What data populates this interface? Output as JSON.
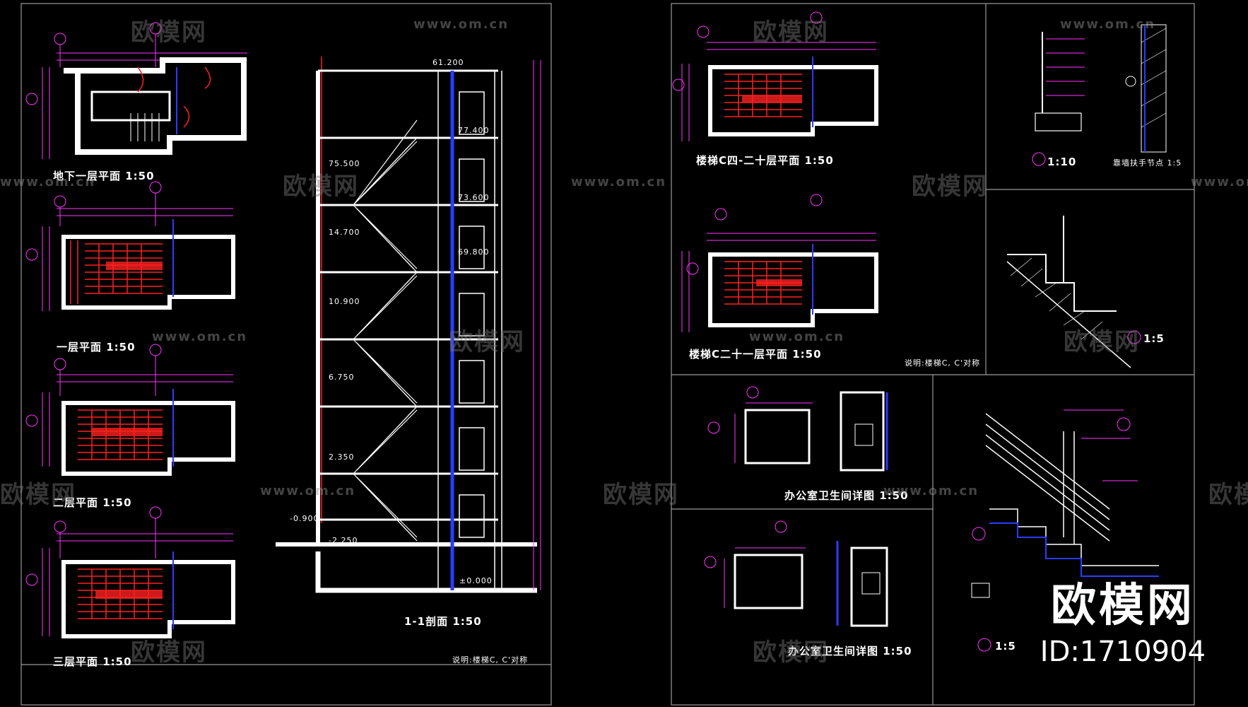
{
  "drawing_labels": {
    "basement_plan": "地下一层平面 1:50",
    "first_floor_plan": "一层平面 1:50",
    "second_floor_plan": "二层平面 1:50",
    "third_floor_plan": "三层平面 1:50",
    "section_1_1": "1-1剖面   1:50",
    "note_left": "说明:楼梯C, C'对称",
    "stair_c_4_20": "楼梯C四-二十层平面 1:50",
    "stair_c_21": "楼梯C二十一层平面 1:50",
    "note_right": "说明:楼梯C, C'对称",
    "office_wc_1": "办公室卫生间详图   1:50",
    "office_wc_2": "办公室卫生间详图   1:50",
    "detail_1": "1:10",
    "detail_1_note": "靠墙扶手节点   1:5",
    "detail_2": "1:5",
    "detail_3": "1:5"
  },
  "elevations": [
    "61.200",
    "77.400",
    "73.600",
    "69.800",
    "10.900",
    "6.750",
    "2.350",
    "-0.900",
    "-2.250",
    "±0.000",
    "75.500",
    "14.700"
  ],
  "watermark": {
    "url": "www.om.cn",
    "logo": "欧模网"
  },
  "brand": {
    "name": "欧模网",
    "id": "ID:1710904"
  },
  "colors": {
    "background": "#000000",
    "wall": "#ffffff",
    "dimension": "#ff33ff",
    "stair": "#ff2020",
    "axis": "#2a3cff",
    "frame": "#9a9a9a"
  }
}
